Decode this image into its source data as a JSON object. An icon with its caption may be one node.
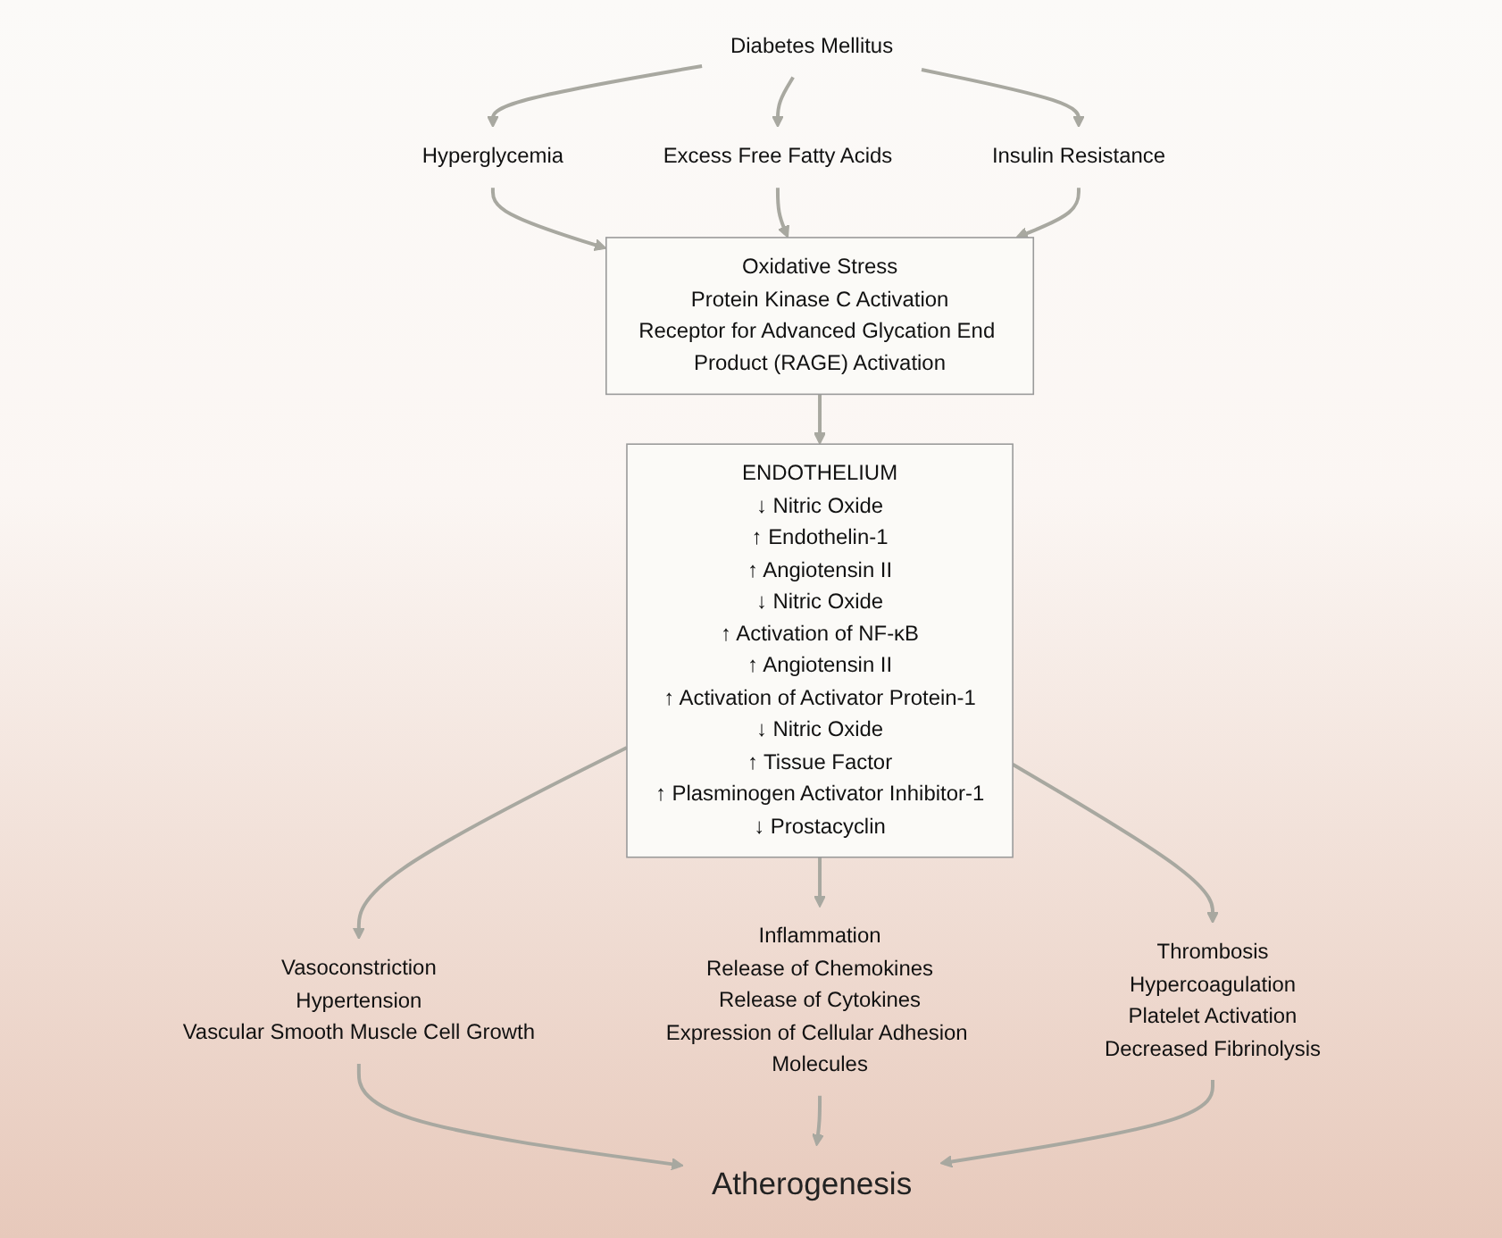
{
  "diagram": {
    "nodes": [
      {
        "text": [
          "Diabetes Mellitus"
        ]
      },
      {
        "text": [
          "Hyperglycemia"
        ]
      },
      {
        "text": [
          "Excess Free Fatty Acids"
        ]
      },
      {
        "text": [
          "Insulin Resistance"
        ]
      },
      {
        "text": [
          "Oxidative Stress",
          "Protein Kinase C Activation",
          "Receptor for Advanced Glycation End Product (RAGE) Activation"
        ]
      },
      {
        "text": [
          "ENDOTHELIUM",
          "↓ Nitric Oxide",
          "↑ Endothelin-1",
          "↑ Angiotensin II",
          "↓ Nitric Oxide",
          "↑ Activation of NF-κB",
          "↑ Angiotensin II",
          "↑ Activation of Activator Protein-1",
          "↓ Nitric Oxide",
          "↑ Tissue Factor",
          "↑ Plasminogen Activator Inhibitor-1",
          "↓ Prostacyclin"
        ]
      },
      {
        "text": [
          "Vasoconstriction",
          "Hypertension",
          "Vascular Smooth Muscle Cell Growth"
        ]
      },
      {
        "text": [
          "Inflammation",
          "Release of Chemokines",
          "Release of Cytokines",
          "Expression of Cellular Adhesion Molecules"
        ]
      },
      {
        "text": [
          "Thrombosis",
          "Hypercoagulation",
          "Platelet Activation",
          "Decreased Fibrinolysis"
        ]
      },
      {
        "text": [
          "Atherogenesis"
        ]
      }
    ],
    "edges": [
      {
        "from": 0,
        "to": 1,
        "arrow": "to"
      },
      {
        "from": 0,
        "to": 2,
        "arrow": "to"
      },
      {
        "from": 0,
        "to": 3,
        "arrow": "to"
      },
      {
        "from": 1,
        "to": 4,
        "arrow": "to"
      },
      {
        "from": 2,
        "to": 4,
        "arrow": "to"
      },
      {
        "from": 3,
        "to": 4,
        "arrow": "to"
      },
      {
        "from": 4,
        "to": 5,
        "arrow": "to"
      },
      {
        "from": 5,
        "to": 6,
        "arrow": "to"
      },
      {
        "from": 5,
        "to": 7,
        "arrow": "to"
      },
      {
        "from": 5,
        "to": 8,
        "arrow": "to"
      },
      {
        "from": 6,
        "to": 9,
        "arrow": "to"
      },
      {
        "from": 7,
        "to": 9,
        "arrow": "to"
      },
      {
        "from": 8,
        "to": 9,
        "arrow": "to"
      }
    ]
  }
}
